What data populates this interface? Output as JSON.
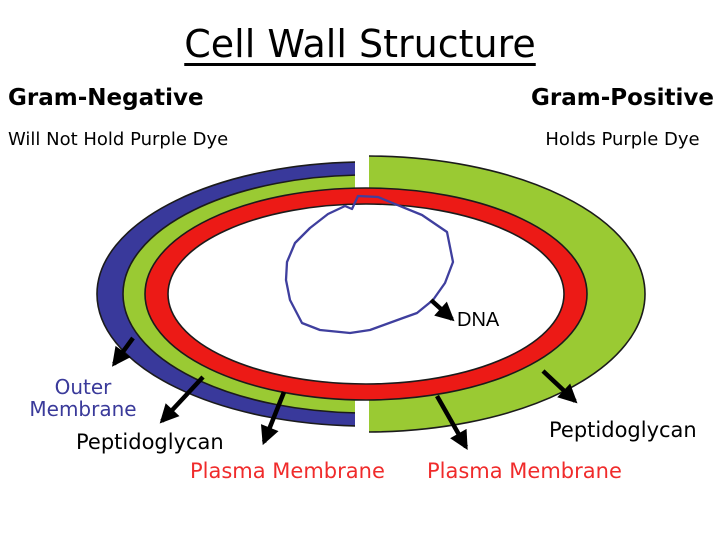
{
  "slide": {
    "title": "Cell Wall Structure",
    "gram_negative": {
      "heading": "Gram-Negative",
      "subheading": "Will Not Hold Purple Dye"
    },
    "gram_positive": {
      "heading": "Gram-Positive",
      "subheading": "Holds Purple Dye"
    },
    "diagram": {
      "labels": {
        "dna": "DNA",
        "outer_membrane": "Outer Membrane",
        "peptidoglycan_left": "Peptidoglycan",
        "plasma_membrane_left": "Plasma Membrane",
        "plasma_membrane_right": "Plasma Membrane",
        "peptidoglycan_right": "Peptidoglycan"
      },
      "colors": {
        "outer_membrane_blue": "#39399b",
        "peptidoglycan_green": "#9aca33",
        "plasma_membrane_red": "#ec1a16",
        "cytoplasm_white": "#ffffff",
        "dna_outline_blue": "#3f3f9e",
        "arrow_black": "#000000",
        "label_red": "#f02b2b",
        "label_blue": "#3a3a9a",
        "label_black": "#000000"
      }
    }
  }
}
